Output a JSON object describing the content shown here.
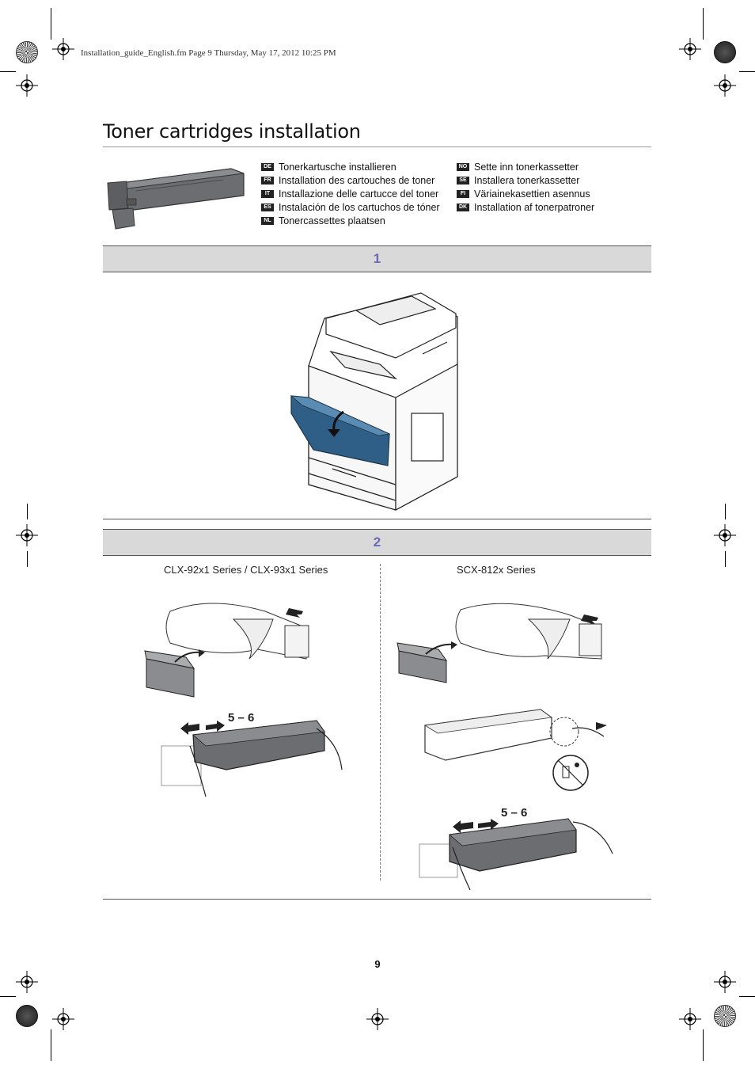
{
  "header": {
    "meta": "Installation_guide_English.fm  Page 9  Thursday, May 17, 2012  10:25 PM"
  },
  "page": {
    "title": "Toner cartridges installation",
    "number": "9"
  },
  "languages_left": [
    {
      "code": "DE",
      "text": "Tonerkartusche installieren"
    },
    {
      "code": "FR",
      "text": "Installation des cartouches de toner"
    },
    {
      "code": "IT",
      "text": "Installazione delle cartucce del toner"
    },
    {
      "code": "ES",
      "text": "Instalación de los cartuchos de tóner"
    },
    {
      "code": "NL",
      "text": "Tonercassettes plaatsen"
    }
  ],
  "languages_right": [
    {
      "code": "NO",
      "text": "Sette inn tonerkassetter"
    },
    {
      "code": "SE",
      "text": "Installera tonerkassetter"
    },
    {
      "code": "FI",
      "text": "Väriainekasettien asennus"
    },
    {
      "code": "DK",
      "text": "Installation af tonerpatroner"
    }
  ],
  "steps": [
    {
      "number": "1"
    },
    {
      "number": "2"
    }
  ],
  "step2": {
    "left_label": "CLX-92x1 Series / CLX-93x1 Series",
    "right_label": "SCX-812x Series",
    "shake_label_left": "5 – 6",
    "shake_label_right": "5 – 6"
  },
  "colors": {
    "step_bar": "#d9d9d9",
    "step_number": "#6a6ab8",
    "door_blue": "#2f5f86",
    "toner_gray": "#6b6d70"
  }
}
